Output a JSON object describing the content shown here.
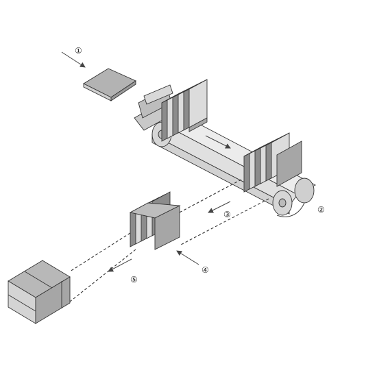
{
  "labels": {
    "step1": "①",
    "step2": "②",
    "step3": "③",
    "step4": "④",
    "step5": "⑤"
  },
  "colors": {
    "box_top": "#b8b8b8",
    "box_left": "#d4d4d4",
    "box_right": "#a6a6a6",
    "book_light": "#dcdcdc",
    "book_dark": "#8c8c8c",
    "belt": "#e6e6e6",
    "line": "#333333"
  }
}
